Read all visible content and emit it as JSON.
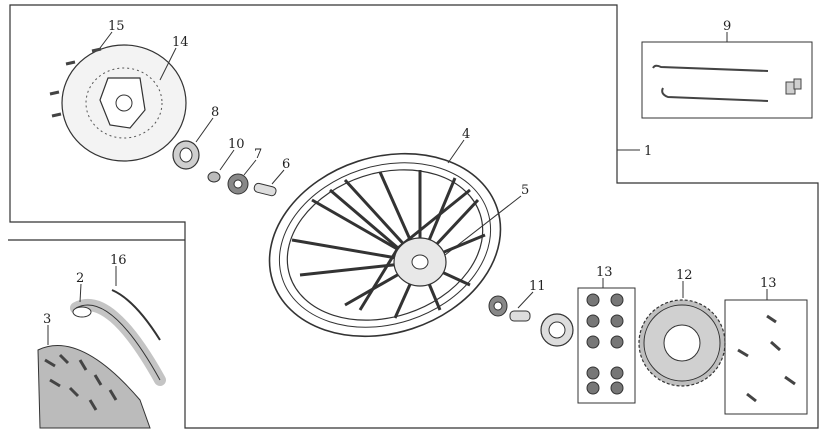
{
  "callouts": [
    {
      "id": "c1",
      "text": "1"
    },
    {
      "id": "c2",
      "text": "2"
    },
    {
      "id": "c3",
      "text": "3"
    },
    {
      "id": "c4",
      "text": "4"
    },
    {
      "id": "c5",
      "text": "5"
    },
    {
      "id": "c6",
      "text": "6"
    },
    {
      "id": "c7",
      "text": "7"
    },
    {
      "id": "c8",
      "text": "8"
    },
    {
      "id": "c9",
      "text": "9"
    },
    {
      "id": "c10",
      "text": "10"
    },
    {
      "id": "c11",
      "text": "11"
    },
    {
      "id": "c12",
      "text": "12"
    },
    {
      "id": "c13a",
      "text": "13"
    },
    {
      "id": "c13b",
      "text": "13"
    },
    {
      "id": "c14",
      "text": "14"
    },
    {
      "id": "c15",
      "text": "15"
    },
    {
      "id": "c16",
      "text": "16"
    }
  ],
  "colors": {
    "line": "#333333",
    "part_dark": "#444444",
    "part_mid": "#9a9a9a",
    "part_light": "#d6d6d6"
  }
}
